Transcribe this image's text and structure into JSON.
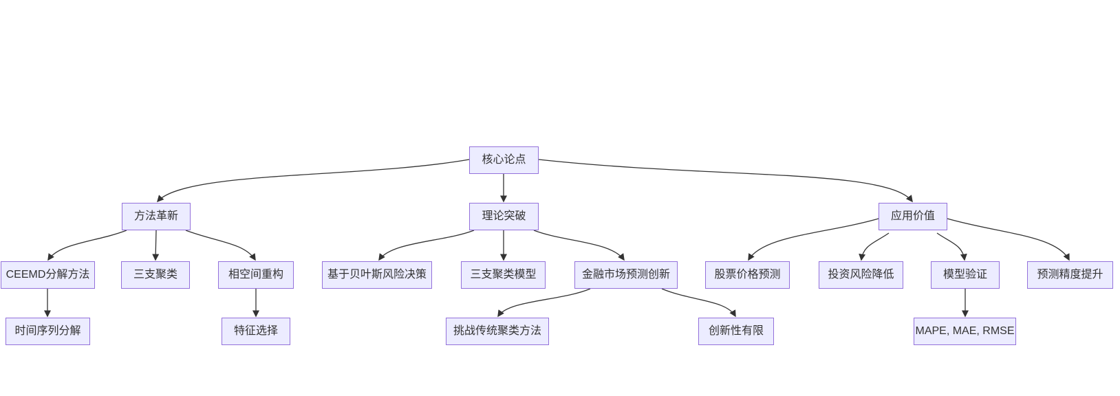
{
  "diagram": {
    "type": "flowchart",
    "direction": "top-down",
    "colors": {
      "node_fill": "#ECECFF",
      "node_border": "#9370DB",
      "node_text": "#333333",
      "edge": "#333333",
      "background": "#ffffff"
    },
    "nodes": {
      "root": {
        "label": "核心论点"
      },
      "method": {
        "label": "方法革新"
      },
      "theory": {
        "label": "理论突破"
      },
      "application": {
        "label": "应用价值"
      },
      "ceemd": {
        "label": "CEEMD分解方法"
      },
      "three_way": {
        "label": "三支聚类"
      },
      "phase_space": {
        "label": "相空间重构"
      },
      "bayes": {
        "label": "基于贝叶斯风险决策"
      },
      "three_way_model": {
        "label": "三支聚类模型"
      },
      "finance_innovation": {
        "label": "金融市场预测创新"
      },
      "stock_prediction": {
        "label": "股票价格预测"
      },
      "risk_reduction": {
        "label": "投资风险降低"
      },
      "model_validation": {
        "label": "模型验证"
      },
      "accuracy": {
        "label": "预测精度提升"
      },
      "time_series": {
        "label": "时间序列分解"
      },
      "feature_selection": {
        "label": "特征选择"
      },
      "challenge": {
        "label": "挑战传统聚类方法"
      },
      "limited_novelty": {
        "label": "创新性有限"
      },
      "metrics": {
        "label": "MAPE, MAE, RMSE"
      }
    },
    "edges": [
      {
        "from": "root",
        "to": "method"
      },
      {
        "from": "root",
        "to": "theory"
      },
      {
        "from": "root",
        "to": "application"
      },
      {
        "from": "method",
        "to": "ceemd"
      },
      {
        "from": "method",
        "to": "three_way"
      },
      {
        "from": "method",
        "to": "phase_space"
      },
      {
        "from": "ceemd",
        "to": "time_series"
      },
      {
        "from": "phase_space",
        "to": "feature_selection"
      },
      {
        "from": "theory",
        "to": "bayes"
      },
      {
        "from": "theory",
        "to": "three_way_model"
      },
      {
        "from": "theory",
        "to": "finance_innovation"
      },
      {
        "from": "finance_innovation",
        "to": "challenge"
      },
      {
        "from": "finance_innovation",
        "to": "limited_novelty"
      },
      {
        "from": "application",
        "to": "stock_prediction"
      },
      {
        "from": "application",
        "to": "risk_reduction"
      },
      {
        "from": "application",
        "to": "model_validation"
      },
      {
        "from": "application",
        "to": "accuracy"
      },
      {
        "from": "model_validation",
        "to": "metrics"
      }
    ]
  }
}
